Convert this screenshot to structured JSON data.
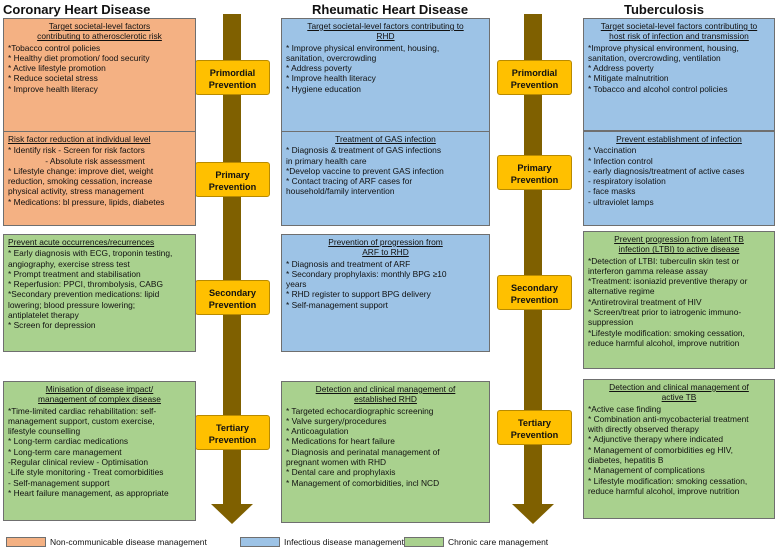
{
  "columns": {
    "chd": "Coronary Heart Disease",
    "rhd": "Rheumatic Heart Disease",
    "tb": "Tuberculosis"
  },
  "stages": {
    "primordial": [
      "Primordial",
      "Prevention"
    ],
    "primary": [
      "Primary",
      "Prevention"
    ],
    "secondary": [
      "Secondary",
      "Prevention"
    ],
    "tertiary": [
      "Tertiary",
      "Prevention"
    ]
  },
  "boxes": {
    "chd_primordial": {
      "title": [
        "Target societal-level factors",
        "contributing to atherosclerotic risk"
      ],
      "items": [
        "*Tobacco control policies",
        "* Healthy diet promotion/ food security",
        "* Active lifestyle promotion",
        "* Reduce societal stress",
        "* Improve health literacy"
      ]
    },
    "chd_primary": {
      "title": [
        "Risk factor reduction at individual level"
      ],
      "items": [
        "* Identify risk - Screen for risk factors",
        "                - Absolute risk assessment",
        "* Lifestyle change: improve diet, weight",
        "reduction, smoking cessation, increase",
        "physical activity, stress management",
        "* Medications: bl pressure, lipids, diabetes"
      ]
    },
    "chd_secondary": {
      "title": [
        "Prevent acute occurrences/recurrences"
      ],
      "items": [
        "* Early diagnosis with ECG, troponin testing,",
        "angiography, exercise stress test",
        "* Prompt treatment and stabilisation",
        "* Reperfusion: PPCI, thrombolysis, CABG",
        "*Secondary prevention medications: lipid",
        "lowering; blood pressure lowering;",
        "antiplatelet therapy",
        "* Screen for depression"
      ]
    },
    "chd_tertiary": {
      "title": [
        "Minisation of disease impact/",
        "management of complex disease"
      ],
      "items": [
        "*Time-limited cardiac rehabilitation: self-",
        "management support, custom exercise,",
        "lifestyle counselling",
        "* Long-term cardiac medications",
        "* Long-term care management",
        "-Regular clinical review - Optimisation",
        "-Life style monitoring - Treat comorbidities",
        "- Self-management support",
        "* Heart failure management, as appropriate"
      ]
    },
    "rhd_primordial": {
      "title": [
        "Target societal-level factors contributing to",
        "RHD"
      ],
      "items": [
        "* Improve physical environment, housing,",
        "sanitation, overcrowding",
        "* Address poverty",
        "* Improve health literacy",
        "* Hygiene education"
      ]
    },
    "rhd_primary": {
      "title": [
        "Treatment of GAS infection"
      ],
      "items": [
        "* Diagnosis & treatment of GAS infections",
        "in primary health care",
        "*Develop vaccine to prevent GAS infection",
        "* Contact tracing of ARF cases for",
        "household/family intervention"
      ]
    },
    "rhd_secondary": {
      "title": [
        "Prevention of progression from",
        "ARF to RHD"
      ],
      "items": [
        "* Diagnosis and treatment of ARF",
        "* Secondary prophylaxis: monthly BPG ≥10",
        "years",
        "* RHD register to support BPG delivery",
        "* Self-management support"
      ]
    },
    "rhd_tertiary": {
      "title": [
        "Detection and clinical management of",
        "established RHD"
      ],
      "items": [
        "* Targeted echocardiographic screening",
        "* Valve surgery/procedures",
        "* Anticoagulation",
        "* Medications for heart failure",
        "* Diagnosis and perinatal management of",
        "pregnant women with RHD",
        "* Dental care and prophylaxis",
        "* Management of comorbidities, incl NCD"
      ]
    },
    "tb_primordial": {
      "title": [
        "Target societal-level factors contributing to",
        "host risk of infection and transmission"
      ],
      "items": [
        "*Improve physical environment, housing,",
        "sanitation, overcrowding, ventilation",
        "* Address poverty",
        "* Mitigate malnutrition",
        "* Tobacco and alcohol control policies"
      ]
    },
    "tb_primary": {
      "title": [
        "Prevent establishment of infection"
      ],
      "items": [
        "* Vaccination",
        "* Infection control",
        "- early diagnosis/treatment of active cases",
        "- respiratory isolation",
        "- face masks",
        "- ultraviolet lamps"
      ]
    },
    "tb_secondary": {
      "title": [
        "Prevent progression from latent TB",
        "infection (LTBI) to active disease"
      ],
      "items": [
        "*Detection of LTBI: tuberculin skin test or",
        "interferon gamma release assay",
        "*Treatment: isoniazid preventive therapy or",
        "alternative regime",
        "*Antiretroviral treatment of HIV",
        "* Screen/treat prior to iatrogenic immuno-",
        "suppression",
        "*Lifestyle modification: smoking cessation,",
        "reduce harmful alcohol, improve nutrition"
      ]
    },
    "tb_tertiary": {
      "title": [
        "Detection and clinical management of",
        "active TB"
      ],
      "items": [
        "*Active case finding",
        "* Combination anti-mycobacterial treatment",
        "with directly observed therapy",
        "* Adjunctive therapy where indicated",
        "* Management of comorbidities eg HIV,",
        "diabetes, hepatitis B",
        "* Management of complications",
        "* Lifestyle modification: smoking cessation,",
        "reduce harmful alcohol, improve nutrition"
      ]
    }
  },
  "legend": [
    {
      "label": "Non-communicable disease management",
      "color": "#f4b183"
    },
    {
      "label": "Infectious disease management",
      "color": "#9dc3e6"
    },
    {
      "label": "Chronic care management",
      "color": "#a9d18e"
    }
  ],
  "colors": {
    "ncd": "#f4b183",
    "infectious": "#9dc3e6",
    "chronic": "#a9d18e",
    "stage": "#ffc000",
    "arrow": "#7f6000"
  }
}
